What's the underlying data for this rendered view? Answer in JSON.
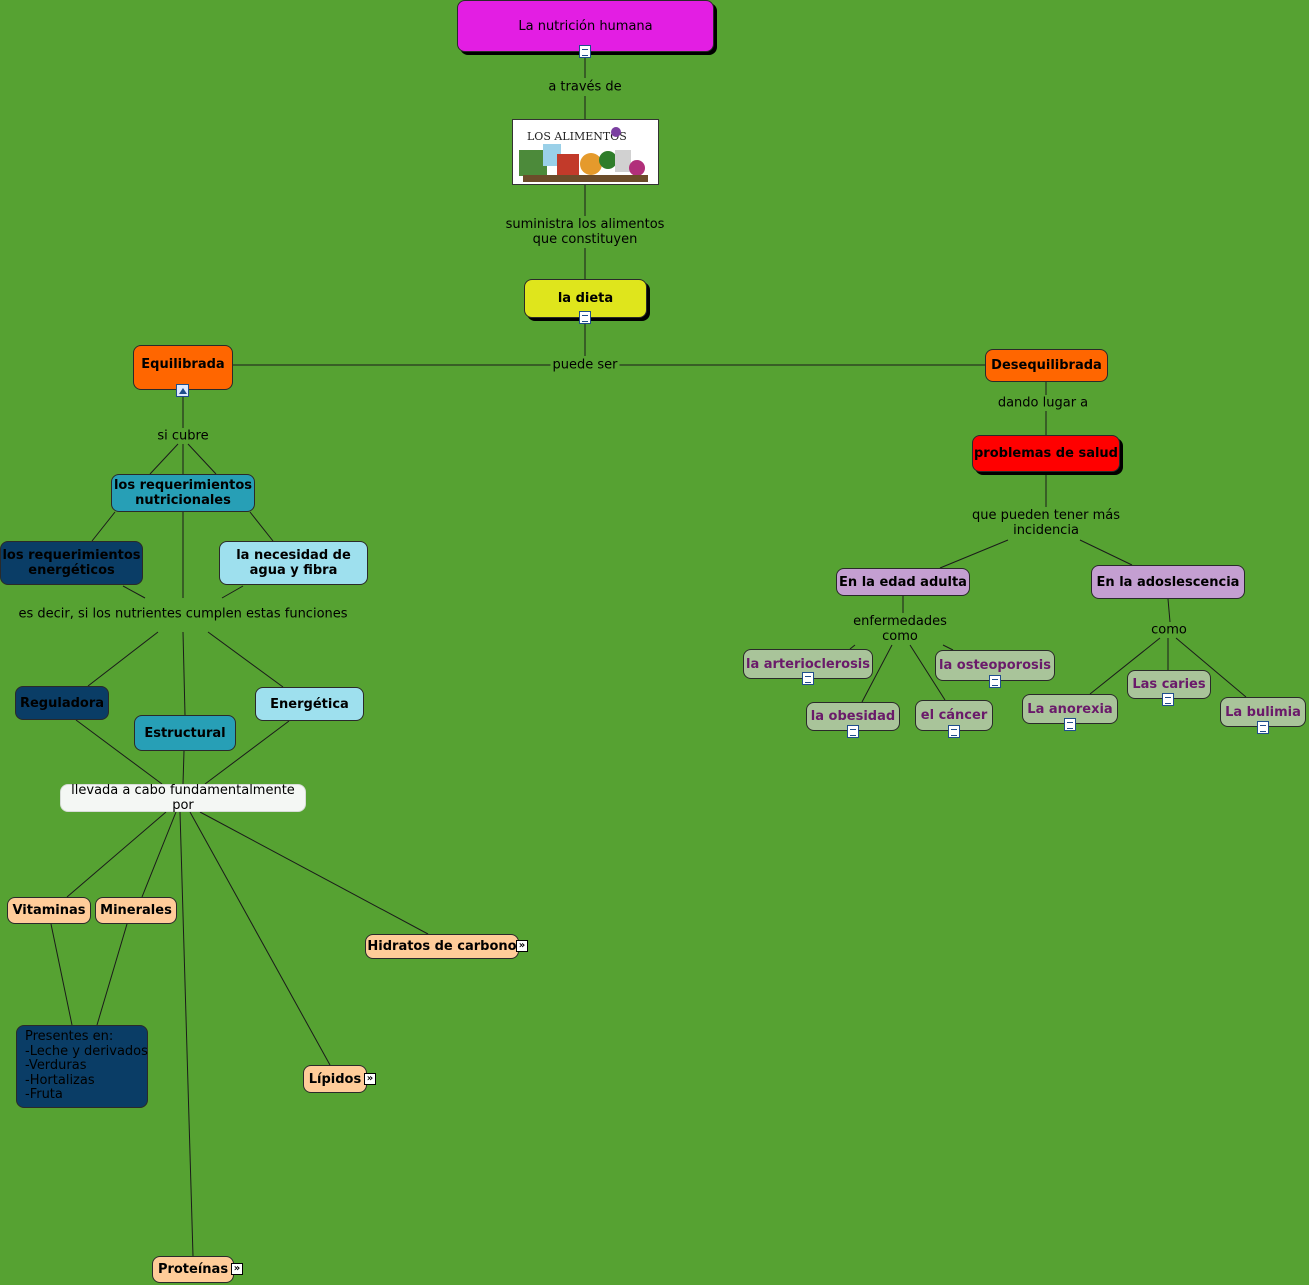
{
  "nodes": {
    "root": "La nutrición humana",
    "image_title": "LOS ALIMENTOS",
    "dieta": "la dieta",
    "equilibrada": "Equilibrada",
    "desequilibrada": "Desequilibrada",
    "req_nutricionales": "los requerimientos nutricionales",
    "req_energeticos": "los requerimientos energéticos",
    "agua_fibra": "la necesidad de agua y fibra",
    "reguladora": "Reguladora",
    "estructural": "Estructural",
    "energetica": "Energética",
    "llevada": "llevada a cabo fundamentalmente por",
    "vitaminas": "Vitaminas",
    "minerales": "Minerales",
    "hidratos": "Hidratos de carbono",
    "lipidos": "Lípidos",
    "proteinas": "Proteínas",
    "presentes": "Presentes en:\n-Leche y derivados\n-Verduras\n-Hortalizas\n-Fruta",
    "problemas": "problemas de salud",
    "edad_adulta": "En la edad adulta",
    "adolescencia": "En la adoslescencia",
    "arterioclerosis": "la arterioclerosis",
    "osteoporosis": "la osteoporosis",
    "obesidad": "la obesidad",
    "cancer": "el cáncer",
    "anorexia": "La anorexia",
    "caries": "Las caries",
    "bulimia": "La bulimia"
  },
  "links": {
    "a_traves": "a través de",
    "suministra": "suministra los alimentos\nque constituyen",
    "puede_ser": "puede ser",
    "si_cubre": "si cubre",
    "es_decir": "es decir, si los nutrientes cumplen estas funciones",
    "dando_lugar": "dando lugar a",
    "que_pueden": "que pueden tener más\nincidencia",
    "enfermedades": "enfermedades\ncomo",
    "como": "como"
  },
  "colors": {
    "background": "#56a232",
    "root": "#e31ee3",
    "dieta": "#dfe51c",
    "orange": "#ff6600",
    "red": "#ff0000",
    "teal": "#279fb6",
    "dark_blue": "#0a3d66",
    "light_cyan": "#9ee0ee",
    "peach": "#ffcc99",
    "lilac": "#c49fd1",
    "sage": "#a9c49a"
  }
}
